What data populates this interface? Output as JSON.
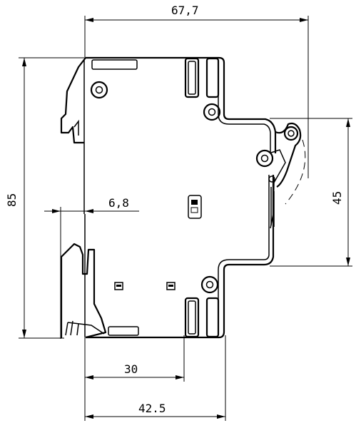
{
  "dimensions": {
    "overall_width": "67,7",
    "height": "85",
    "rail_offset": "6,8",
    "terminal_span": "45",
    "dim_30": "30",
    "dim_42_5": "42.5"
  }
}
